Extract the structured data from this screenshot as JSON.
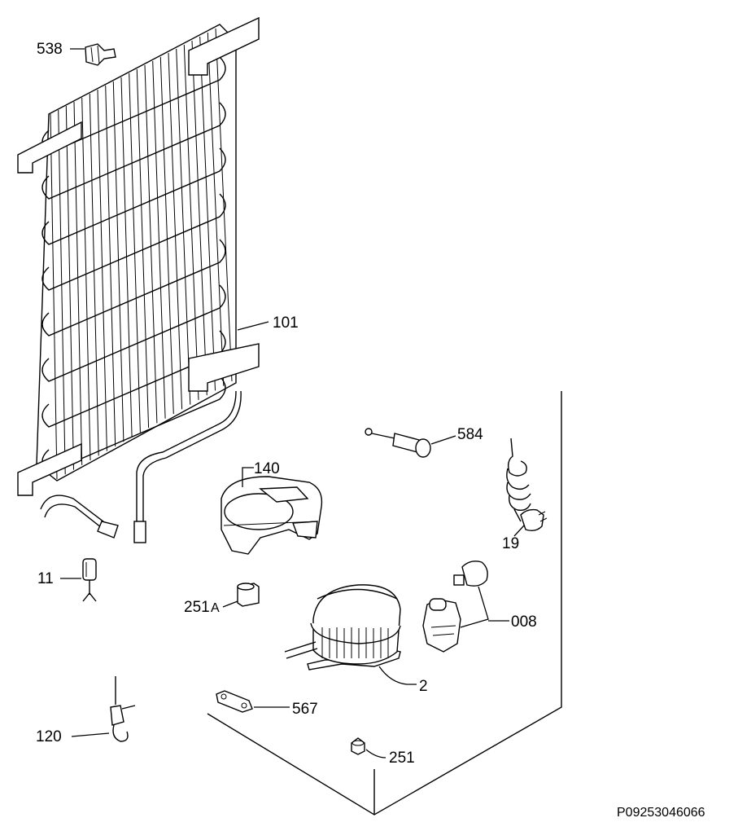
{
  "parts": [
    {
      "id": "538",
      "label": "538"
    },
    {
      "id": "101",
      "label": "101"
    },
    {
      "id": "584",
      "label": "584"
    },
    {
      "id": "140",
      "label": "140"
    },
    {
      "id": "19",
      "label": "19"
    },
    {
      "id": "11",
      "label": "11"
    },
    {
      "id": "251A",
      "label_main": "251",
      "label_suffix": "A"
    },
    {
      "id": "008",
      "label": "008"
    },
    {
      "id": "2",
      "label": "2"
    },
    {
      "id": "567",
      "label": "567"
    },
    {
      "id": "120",
      "label": "120"
    },
    {
      "id": "251",
      "label": "251"
    }
  ],
  "footer": {
    "drawing_code": "P09253046066"
  },
  "colors": {
    "ink": "#000000",
    "paper": "#ffffff"
  }
}
